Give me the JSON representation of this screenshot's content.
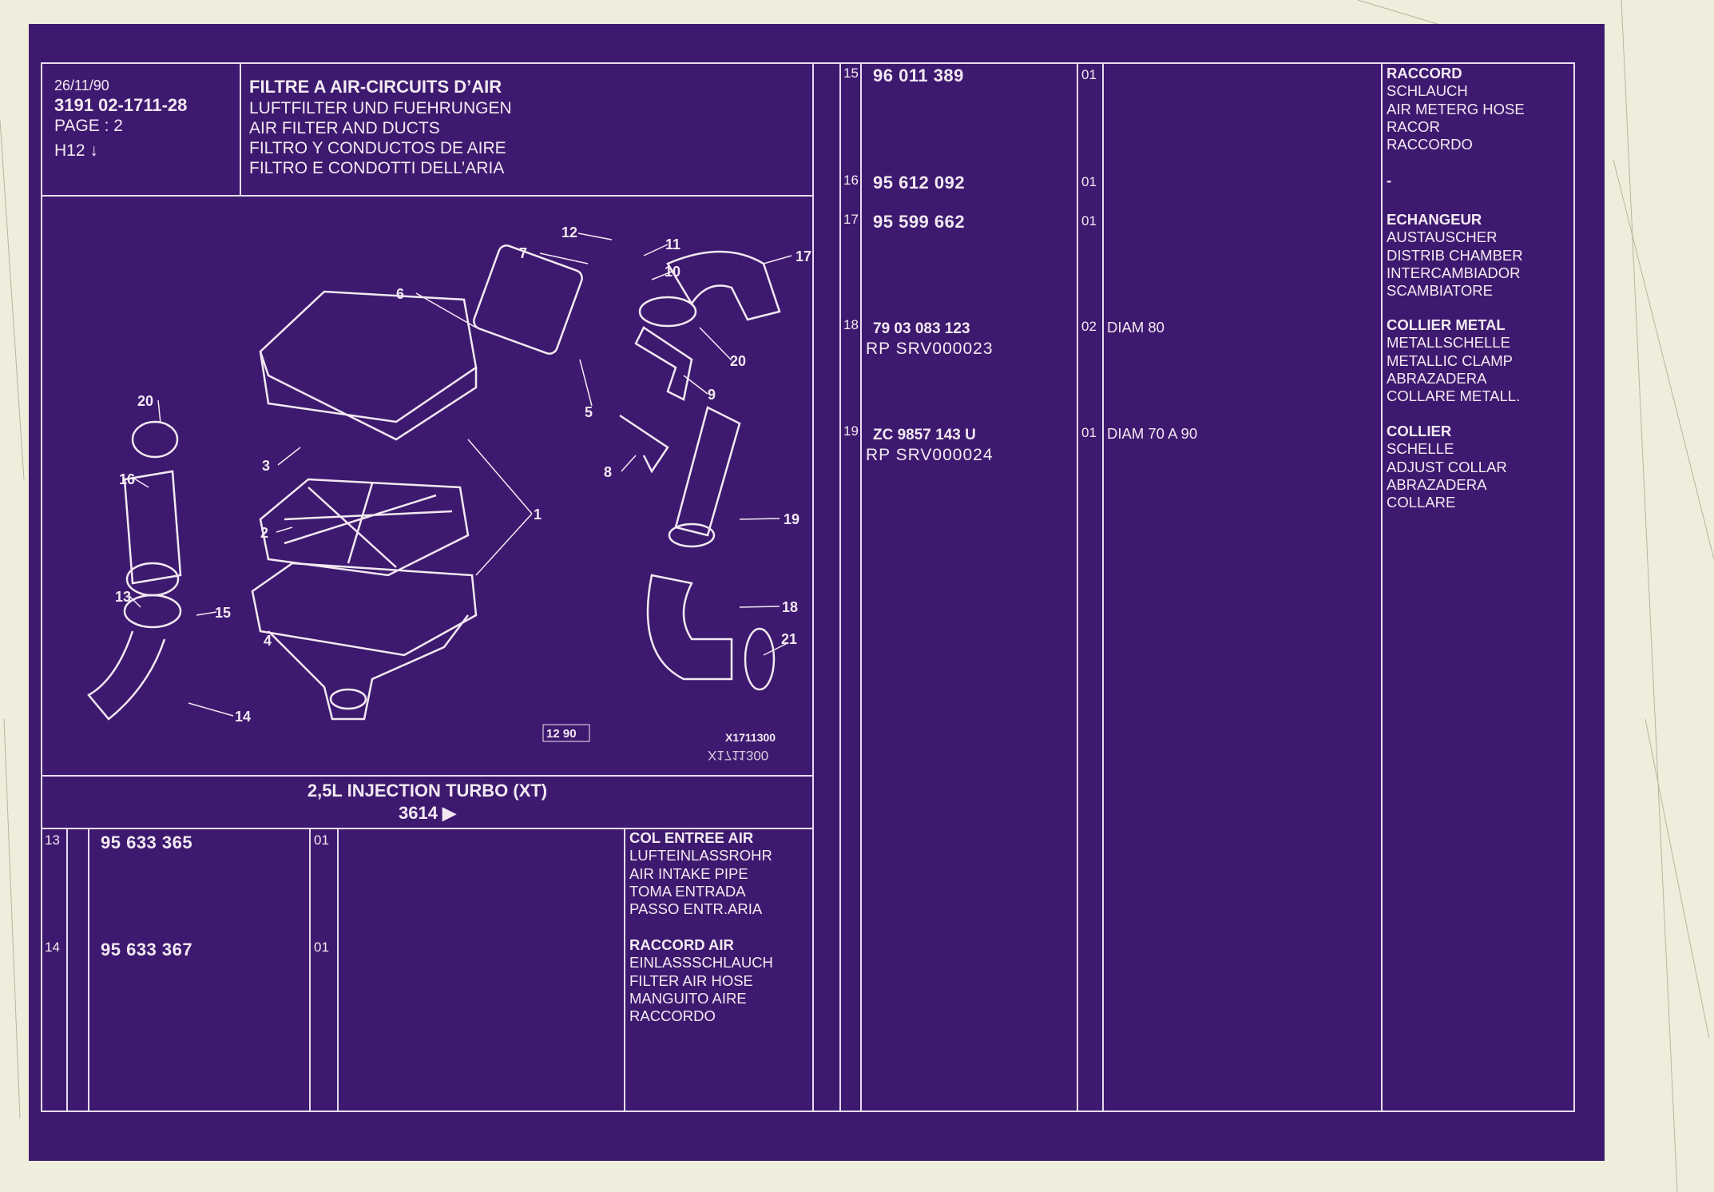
{
  "header": {
    "date": "26/11/90",
    "code": "3191  02-1711-28",
    "page": "PAGE : 2",
    "ref": "H12 ↓",
    "titles": [
      "FILTRE A AIR-CIRCUITS D’AIR",
      "LUFTFILTER UND FUEHRUNGEN",
      "AIR FILTER AND DUCTS",
      "FILTRO Y CONDUCTOS DE AIRE",
      "FILTRO E CONDOTTI DELL’ARIA"
    ]
  },
  "diagram": {
    "callouts": [
      "12",
      "11",
      "10",
      "17",
      "7",
      "6",
      "20",
      "9",
      "5",
      "8",
      "20",
      "3",
      "16",
      "1",
      "2",
      "19",
      "13",
      "15",
      "18",
      "21",
      "4",
      "14"
    ],
    "date_stamp": "12 90",
    "drawing_no": "X1711300",
    "drawing_no_mirror": "X1711300"
  },
  "variant": {
    "title": "2,5L INJECTION TURBO (XT)",
    "code": "3614 ▶"
  },
  "left_rows": [
    {
      "item": "13",
      "ref": "95 633 365",
      "qty": "01",
      "note": "",
      "desc": [
        "COL ENTREE AIR",
        "LUFTEINLASSROHR",
        "AIR INTAKE PIPE",
        "TOMA ENTRADA",
        "PASSO ENTR.ARIA"
      ]
    },
    {
      "item": "14",
      "ref": "95 633 367",
      "qty": "01",
      "note": "",
      "desc": [
        "RACCORD AIR",
        "EINLASSSCHLAUCH",
        "FILTER AIR HOSE",
        "MANGUITO AIRE",
        "RACCORDO"
      ]
    }
  ],
  "right_rows": [
    {
      "item": "15",
      "ref": "96 011 389",
      "rp": "",
      "qty": "01",
      "note": "",
      "desc": [
        "RACCORD",
        "SCHLAUCH",
        "AIR METERG HOSE",
        "RACOR",
        "RACCORDO"
      ]
    },
    {
      "item": "16",
      "ref": "95 612 092",
      "rp": "",
      "qty": "01",
      "note": "",
      "desc": [
        "-"
      ]
    },
    {
      "item": "17",
      "ref": "95 599 662",
      "rp": "",
      "qty": "01",
      "note": "",
      "desc": [
        "ECHANGEUR",
        "AUSTAUSCHER",
        "DISTRIB CHAMBER",
        "INTERCAMBIADOR",
        "SCAMBIATORE"
      ]
    },
    {
      "item": "18",
      "ref": "79 03 083 123",
      "rp": "RP  SRV000023",
      "qty": "02",
      "note": "DIAM 80",
      "desc": [
        "COLLIER METAL",
        "METALLSCHELLE",
        "METALLIC CLAMP",
        "ABRAZADERA",
        "COLLARE METALL."
      ]
    },
    {
      "item": "19",
      "ref": "ZC 9857 143 U",
      "rp": "RP  SRV000024",
      "qty": "01",
      "note": "DIAM 70 A 90",
      "desc": [
        "COLLIER",
        "SCHELLE",
        "ADJUST COLLAR",
        "ABRAZADERA",
        "COLLARE"
      ]
    }
  ]
}
